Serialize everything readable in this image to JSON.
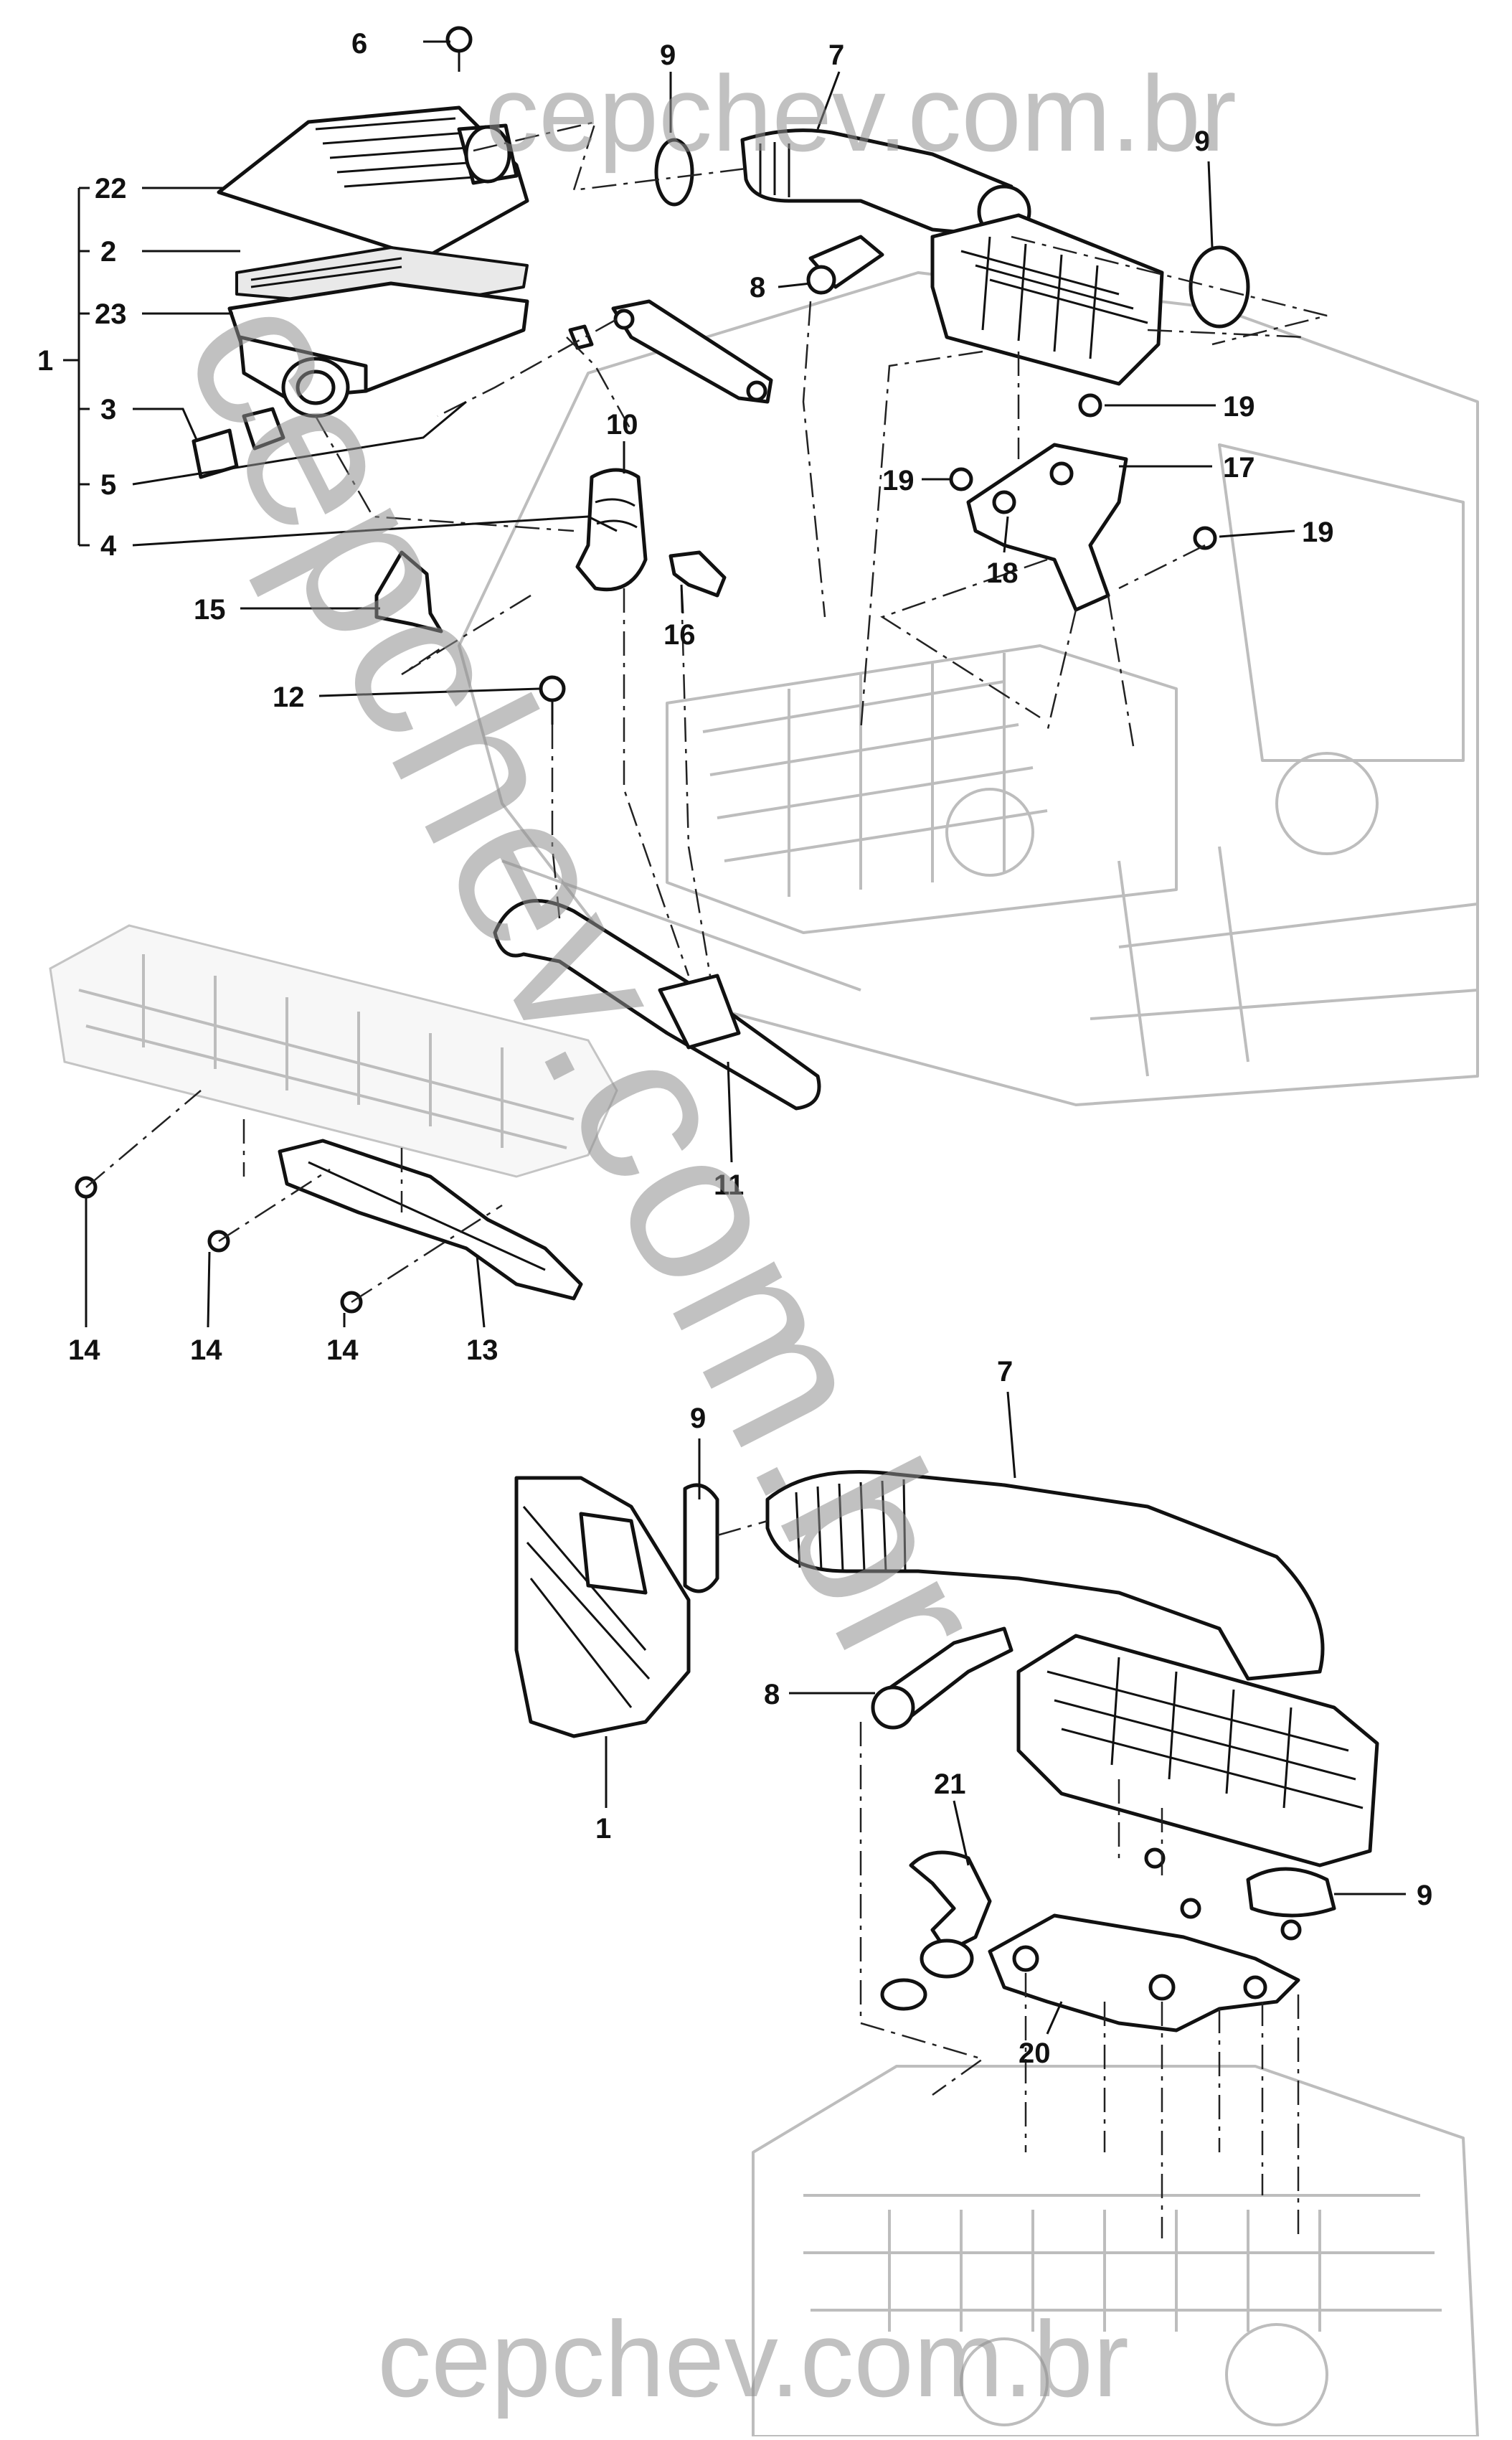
{
  "callouts": [
    {
      "id": "c6",
      "label": "6"
    },
    {
      "id": "c9a",
      "label": "9"
    },
    {
      "id": "c7a",
      "label": "7"
    },
    {
      "id": "c9b",
      "label": "9"
    },
    {
      "id": "c22",
      "label": "22"
    },
    {
      "id": "c2",
      "label": "2"
    },
    {
      "id": "c23",
      "label": "23"
    },
    {
      "id": "c1a",
      "label": "1"
    },
    {
      "id": "c3",
      "label": "3"
    },
    {
      "id": "c5",
      "label": "5"
    },
    {
      "id": "c4",
      "label": "4"
    },
    {
      "id": "c8a",
      "label": "8"
    },
    {
      "id": "c10",
      "label": "10"
    },
    {
      "id": "c19a",
      "label": "19"
    },
    {
      "id": "c19b",
      "label": "19"
    },
    {
      "id": "c17",
      "label": "17"
    },
    {
      "id": "c19c",
      "label": "19"
    },
    {
      "id": "c18",
      "label": "18"
    },
    {
      "id": "c15",
      "label": "15"
    },
    {
      "id": "c16",
      "label": "16"
    },
    {
      "id": "c12",
      "label": "12"
    },
    {
      "id": "c11",
      "label": "11"
    },
    {
      "id": "c14a",
      "label": "14"
    },
    {
      "id": "c14b",
      "label": "14"
    },
    {
      "id": "c14c",
      "label": "14"
    },
    {
      "id": "c13",
      "label": "13"
    },
    {
      "id": "c9c",
      "label": "9"
    },
    {
      "id": "c7b",
      "label": "7"
    },
    {
      "id": "c8b",
      "label": "8"
    },
    {
      "id": "c1b",
      "label": "1"
    },
    {
      "id": "c21",
      "label": "21"
    },
    {
      "id": "c9d",
      "label": "9"
    },
    {
      "id": "c20",
      "label": "20"
    }
  ],
  "watermarks": {
    "top": "cepchev.com.br",
    "diagonal": "cepchev.com.br",
    "bottom": "cepchev.com.br"
  }
}
